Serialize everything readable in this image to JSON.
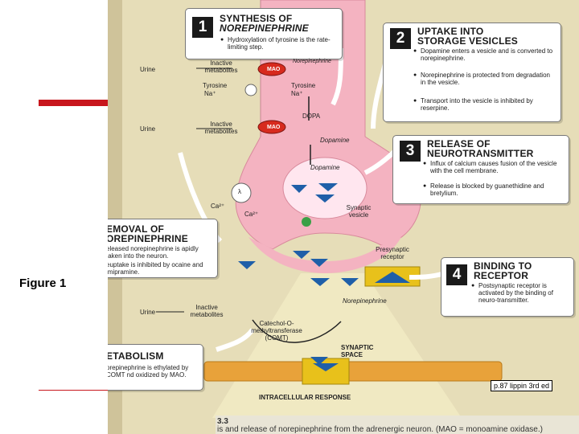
{
  "slide": {
    "figure_label": "Figure 1",
    "citation": "p.87 lippin 3rd ed",
    "colors": {
      "accent_red": "#c8161d",
      "pink_neuron": "#f4b3c1",
      "box_bg": "#ffffff",
      "vesicle_blue": "#1f5fa8",
      "receptor_yellow": "#e8c11b"
    }
  },
  "diagram": {
    "box1": {
      "number": "1",
      "title_line1": "SYNTHESIS OF",
      "title_line2": "NOREPINEPHRINE",
      "bullets": [
        "Hydroxylation of tyrosine is the rate-limiting step."
      ]
    },
    "box2": {
      "number": "2",
      "title_line1": "UPTAKE INTO",
      "title_line2": "STORAGE VESICLES",
      "bullets": [
        "Dopamine enters a vesicle and is converted to norepinephrine.",
        "Norepinephrine is protected from degradation in the vesicle.",
        "Transport into the vesicle is inhibited by reserpine."
      ]
    },
    "box3": {
      "number": "3",
      "title_line1": "RELEASE OF",
      "title_line2": "NEUROTRANSMITTER",
      "bullets": [
        "Influx of calcium causes fusion of the vesicle with the cell membrane.",
        "Release is blocked by guanethidine and bretylium."
      ]
    },
    "box4": {
      "number": "4",
      "title_line1": "BINDING TO",
      "title_line2": "RECEPTOR",
      "bullets": [
        "Postsynaptic receptor is activated by the binding of neuro-transmitter."
      ]
    },
    "removal": {
      "title_line1": "EMOVAL OF",
      "title_line2": "OREPINEPHRINE",
      "bullets": [
        "eleased norepinephrine is apidly taken into the neuron.",
        "euptake is inhibited by ocaine and imipramine."
      ]
    },
    "metabolism": {
      "title": "ETABOLISM",
      "bullets": [
        "orepinephrine is ethylated by COMT nd oxidized by MAO."
      ]
    },
    "labels": {
      "urine1": "Urine",
      "urine2": "Urine",
      "urine3": "Urine",
      "inactive1": "Inactive metabolites",
      "inactive2": "Inactive metabolites",
      "inactive3": "Inactive metabolites",
      "mao": "MAO",
      "norepi_top": "Norepinephrine",
      "tyrosine_left": "Tyrosine",
      "na_left": "Na⁺",
      "tyrosine_right": "Tyrosine",
      "na_right": "Na⁺",
      "dopa": "DOPA",
      "dopamine_top": "Dopamine",
      "dopamine_vesicle": "Dopamine",
      "ca_left": "Ca²⁺",
      "ca_right": "Ca²⁺",
      "alpha": "λ",
      "synaptic_vesicle": "Synaptic vesicle",
      "presynaptic_receptor": "Presynaptic receptor",
      "norepinephrine_cleft": "Norepinephrine",
      "comt": "Catechol-O-methyltransferase (COMT)",
      "synaptic_space": "SYNAPTIC SPACE",
      "intracellular": "INTRACELLULAR RESPONSE"
    },
    "caption_prefix": "3.3",
    "caption": "is and release of norepinephrine from the adrenergic neuron. (MAO = monoamine oxidase.)"
  }
}
